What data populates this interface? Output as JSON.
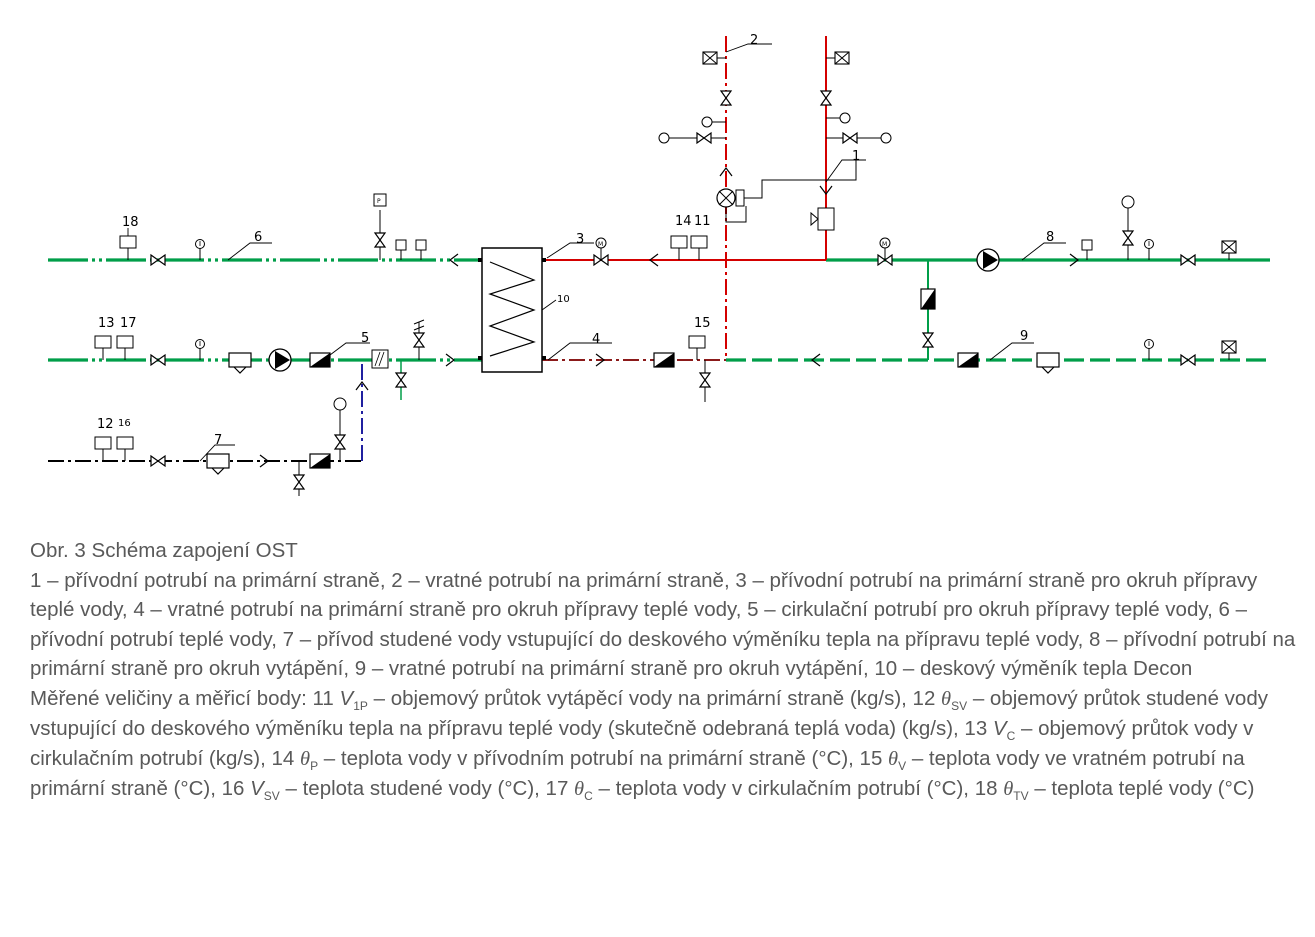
{
  "diagram": {
    "labels": {
      "l1": "1",
      "l2": "2",
      "l3": "3",
      "l4": "4",
      "l5": "5",
      "l6": "6",
      "l7": "7",
      "l8": "8",
      "l9": "9",
      "l10": "10",
      "l11": "11",
      "l12": "12",
      "l13": "13",
      "l14": "14",
      "l15": "15",
      "l16": "16",
      "l17": "17",
      "l18": "18"
    },
    "instruments": {
      "P": "P",
      "T": "T",
      "M": "M"
    }
  },
  "caption": {
    "title": "Obr. 3 Schéma zapojení OST",
    "legend": "1 – přívodní potrubí na primární straně, 2 – vratné potrubí na primární straně, 3 – přívodní potrubí na primární straně pro okruh přípravy teplé vody, 4 – vratné potrubí na primární straně pro okruh přípravy teplé vody, 5 – cirkulační potrubí pro okruh přípravy teplé vody, 6 – přívodní potrubí teplé vody, 7 – přívod studené vody vstupující do deskového výměníku tepla na přípravu teplé vody, 8 – přívodní potrubí na primární straně pro okruh vytápění, 9 – vratné potrubí na primární straně pro okruh vytápění, 10 – deskový výměník tepla Decon",
    "meas": {
      "intro": "Měřené veličiny a měřicí body: 11 ",
      "s11": "V",
      "sub11": "1P",
      "t11": " – objemový průtok vytápěcí vody na primární straně (kg/s), 12 ",
      "s12": "θ",
      "sub12": "SV",
      "t12": " – objemový průtok studené vody vstupující do deskového výměníku tepla na přípravu teplé vody (skutečně odebraná teplá voda) (kg/s), 13 ",
      "s13": "V",
      "sub13": "C",
      "t13": " – objemový průtok vody v cirkulačním potrubí (kg/s), 14 ",
      "s14": "θ",
      "sub14": "P",
      "t14": " – teplota vody v přívodním potrubí na primární straně (°C), 15 ",
      "s15": "θ",
      "sub15": "V",
      "t15": " – teplota vody ve vratném potrubí na primární straně (°C), 16 ",
      "s16": "V",
      "sub16": "SV",
      "t16": " – teplota studené vody (°C), 17 ",
      "s17": "θ",
      "sub17": "C",
      "t17": " – teplota vody v cirkulačním potrubí (°C), 18 ",
      "s18": "θ",
      "sub18": "TV",
      "t18": " – teplota teplé vody (°C)"
    }
  },
  "colors": {
    "green": "#009e49",
    "red": "#d40000",
    "blue": "#2020a0",
    "black": "#000000"
  }
}
